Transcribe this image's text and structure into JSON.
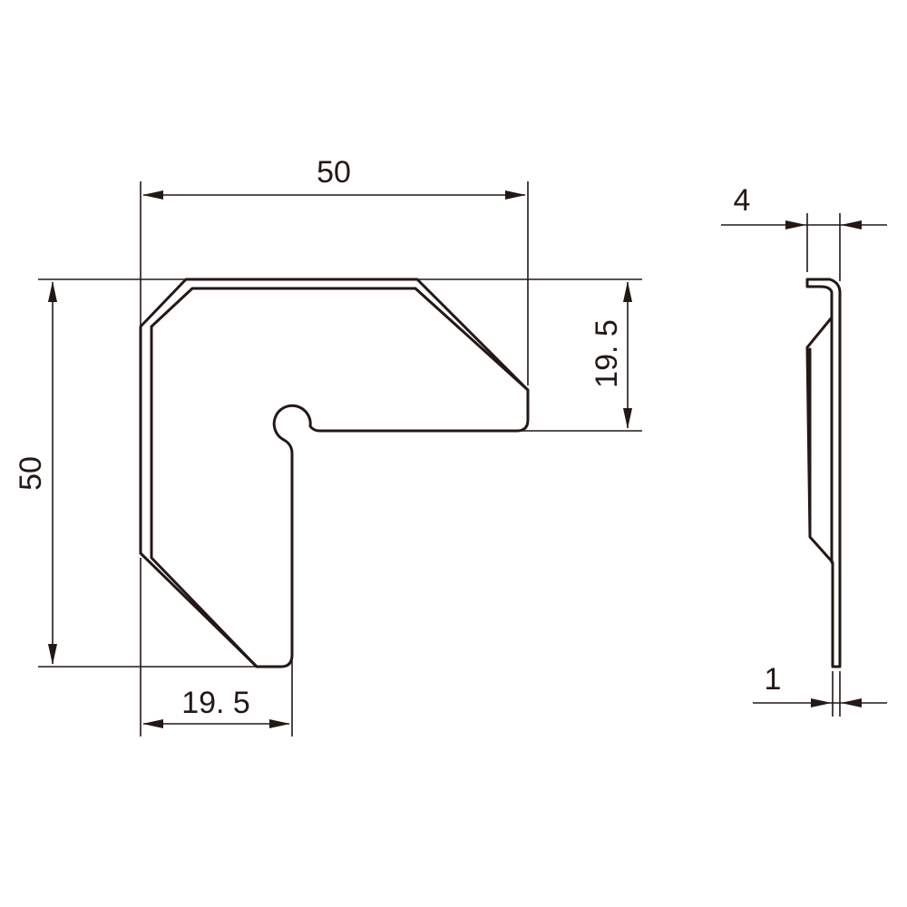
{
  "drawing": {
    "stroke_color": "#231815",
    "front_view": {
      "width_dim": "50",
      "height_dim": "50",
      "arm_width_bottom_dim": "19. 5",
      "arm_width_right_dim": "19. 5"
    },
    "side_view": {
      "lip_dim": "4",
      "thickness_dim": "1"
    }
  }
}
